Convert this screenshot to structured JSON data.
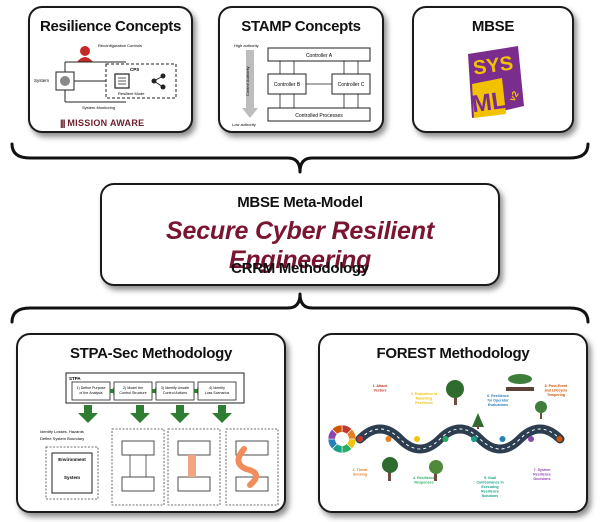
{
  "top_cards": {
    "resilience": {
      "title": "Resilience Concepts",
      "labels": {
        "reconfig": "Reconfiguration Controls",
        "system": "System",
        "cps": "CPS",
        "resilient_mode": "Resilient Mode",
        "monitoring": "System Monitoring"
      },
      "logo_text": "MISSION AWARE"
    },
    "stamp": {
      "title": "STAMP Concepts",
      "labels": {
        "high_authority": "High authority",
        "low_authority": "Low authority",
        "control_authority": "Control Authority",
        "controller_a": "Controller A",
        "controller_b": "Controller B",
        "controller_c": "Controller C",
        "processes": "Controlled Processes"
      }
    },
    "mbse": {
      "title": "MBSE",
      "logo_text": [
        "SYS",
        "ML",
        "v2"
      ]
    }
  },
  "center": {
    "top": "MBSE Meta-Model",
    "main": "Secure Cyber Resilient Engineering",
    "bottom": "CRRM Methodology"
  },
  "bottom_cards": {
    "stpa": {
      "title": "STPA-Sec Methodology",
      "frame_label": "STPA",
      "steps": [
        "1) Define Purpose of the Analysis",
        "2) Model the Control Structure",
        "3) Identify Unsafe Control Actions",
        "4) Identify Loss Scenarios"
      ],
      "side_labels": [
        "Identify Losses, Hazards",
        "Define System Boundary"
      ],
      "env_label": "Environment",
      "sys_label": "System"
    },
    "forest": {
      "title": "FOREST Methodology",
      "stages": [
        "1. Attack Vectors",
        "2. Threat Sensing",
        "3. Evaluation of Mounting Resilience",
        "4. Resilience Responses",
        "5. Goal Conformance in Executing Resilience Solutions",
        "6. Resilience for Operator Evaluations",
        "7. System Resilience Decisions",
        "8. Post-Event and Lifecycle Tempering"
      ],
      "colors": [
        "#c0392b",
        "#e67e22",
        "#f1c40f",
        "#27ae60",
        "#16a085",
        "#2980b9",
        "#8e44ad",
        "#d35400"
      ]
    }
  },
  "colors": {
    "accent": "#7a1530",
    "arrow_green": "#2e7d32",
    "tree_green": "#2f6b2f"
  }
}
